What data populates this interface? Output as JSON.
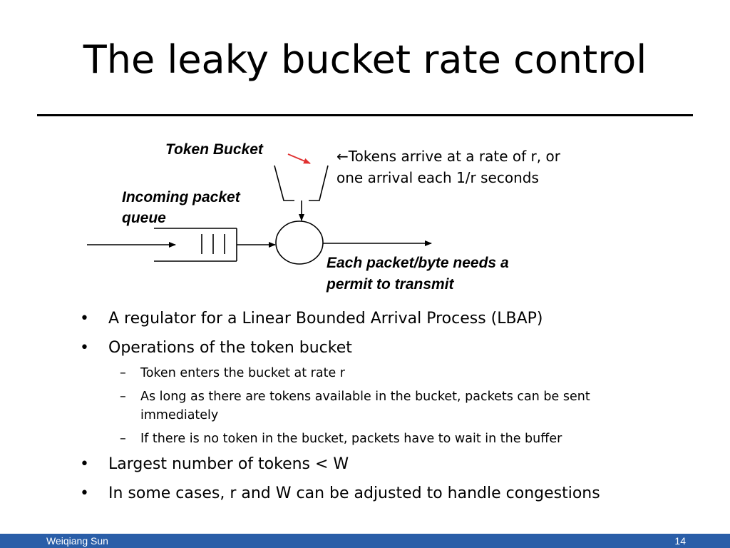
{
  "slide": {
    "title": "The leaky bucket rate control"
  },
  "diagram": {
    "token_bucket_label": "Token Bucket",
    "queue_label": "Incoming packet queue",
    "permit_label": "Each packet/byte needs a permit to transmit",
    "token_note": "←Tokens arrive at a rate of r, or one arrival each 1/r seconds",
    "arrow_color": "#e03030"
  },
  "bullets": [
    {
      "text": "A regulator for a Linear Bounded Arrival Process (LBAP)"
    },
    {
      "text": "Operations of the token bucket"
    },
    {
      "text": "Largest number of tokens < W"
    },
    {
      "text": "In some cases, r and W can be adjusted to handle congestions"
    }
  ],
  "sub_bullets": [
    {
      "text": "Token enters the bucket at rate r"
    },
    {
      "text": "As long as there are tokens available in the bucket, packets can be sent immediately"
    },
    {
      "text": "If there is no token in the bucket, packets have to wait in the buffer"
    }
  ],
  "markers": {
    "bullet": "•",
    "dash": "–"
  },
  "footer": {
    "author": "Weiqiang Sun",
    "page_number": "14",
    "bar_color": "#2a5ea8"
  }
}
